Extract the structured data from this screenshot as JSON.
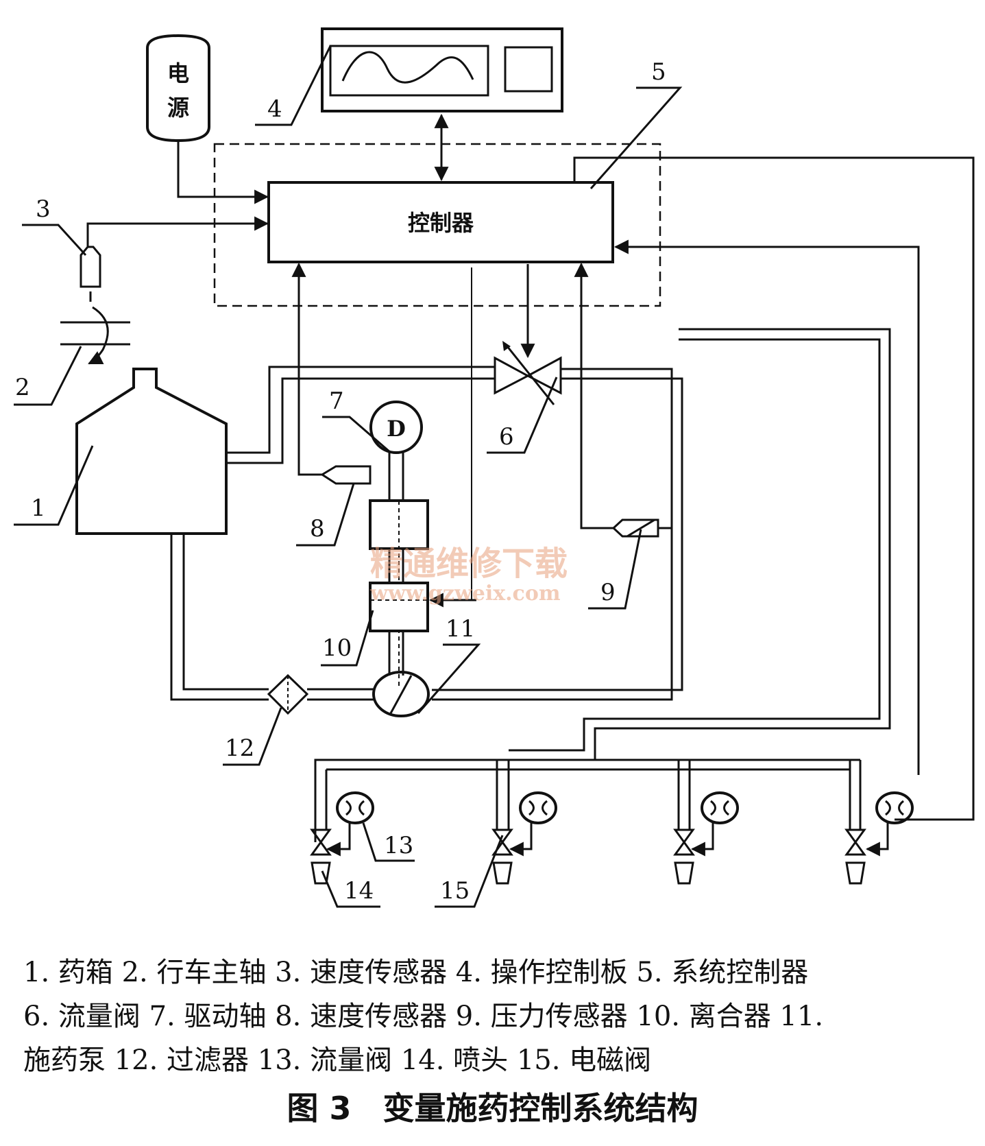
{
  "diagram": {
    "power_label": [
      "电",
      "源"
    ],
    "controller_label": "控制器",
    "motor_label": "D",
    "callouts": [
      "1",
      "2",
      "3",
      "4",
      "5",
      "6",
      "7",
      "8",
      "9",
      "10",
      "11",
      "12",
      "13",
      "14",
      "15"
    ],
    "watermark": {
      "cn": "精通维修下载",
      "url": "www.gzweix.com"
    }
  },
  "legend": {
    "lines": [
      "1. 药箱 2. 行车主轴 3. 速度传感器 4. 操作控制板 5. 系统控制器",
      "6. 流量阀 7. 驱动轴 8. 速度传感器 9. 压力传感器 10. 离合器 11.",
      "施药泵 12. 过滤器 13. 流量阀 14. 喷头 15. 电磁阀"
    ]
  },
  "caption": "图 3　变量施药控制系统结构"
}
